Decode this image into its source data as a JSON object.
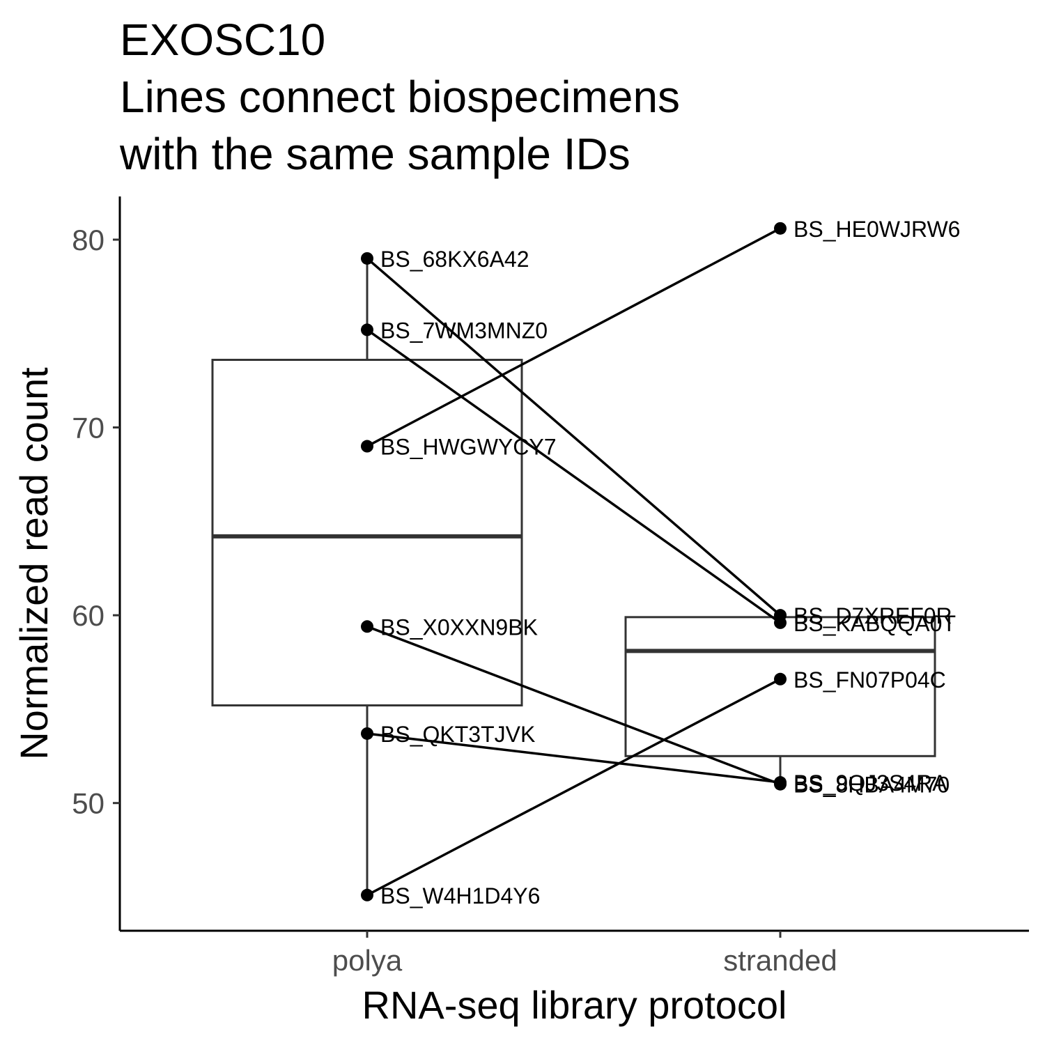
{
  "title_lines": [
    "EXOSC10",
    "Lines connect biospecimens",
    "with the same sample IDs"
  ],
  "chart_data": {
    "type": "boxplot",
    "xlabel": "RNA-seq library protocol",
    "ylabel": "Normalized read count",
    "categories": [
      "polya",
      "stranded"
    ],
    "ylim": [
      43.2,
      82.3
    ],
    "yticks": [
      50,
      60,
      70,
      80
    ],
    "boxes": [
      {
        "category": "polya",
        "q1": 55.2,
        "median": 64.2,
        "q3": 73.6,
        "whisker_low": 45.1,
        "whisker_high": 79.0
      },
      {
        "category": "stranded",
        "q1": 52.5,
        "median": 58.1,
        "q3": 59.9,
        "whisker_low": 51.0,
        "whisker_high": 59.9
      }
    ],
    "points": [
      {
        "label": "BS_68KX6A42",
        "category": "polya",
        "value": 79.0
      },
      {
        "label": "BS_7WM3MNZ0",
        "category": "polya",
        "value": 75.2
      },
      {
        "label": "BS_HWGWYCY7",
        "category": "polya",
        "value": 69.0
      },
      {
        "label": "BS_X0XXN9BK",
        "category": "polya",
        "value": 59.4
      },
      {
        "label": "BS_QKT3TJVK",
        "category": "polya",
        "value": 53.7
      },
      {
        "label": "BS_W4H1D4Y6",
        "category": "polya",
        "value": 45.1
      },
      {
        "label": "BS_HE0WJRW6",
        "category": "stranded",
        "value": 80.6
      },
      {
        "label": "BS_D7XREF0R",
        "category": "stranded",
        "value": 60.0
      },
      {
        "label": "BS_KABQQA0T",
        "category": "stranded",
        "value": 59.6
      },
      {
        "label": "BS_FN07P04C",
        "category": "stranded",
        "value": 56.6
      },
      {
        "label": "BS_8HBA4M70",
        "category": "stranded",
        "value": 51.0
      },
      {
        "label": "BS_9QJ3S4RA",
        "category": "stranded",
        "value": 51.1
      }
    ],
    "connections": [
      [
        "BS_68KX6A42",
        "BS_D7XREF0R"
      ],
      [
        "BS_7WM3MNZ0",
        "BS_KABQQA0T"
      ],
      [
        "BS_HWGWYCY7",
        "BS_HE0WJRW6"
      ],
      [
        "BS_X0XXN9BK",
        "BS_8HBA4M70"
      ],
      [
        "BS_QKT3TJVK",
        "BS_9QJ3S4RA"
      ],
      [
        "BS_W4H1D4Y6",
        "BS_FN07P04C"
      ]
    ],
    "grid": false,
    "legend": "none",
    "colors": {
      "box": "#333333",
      "points": "#000000",
      "lines": "#000000",
      "axis": "#000000",
      "tick_labels": "#4d4d4d"
    }
  }
}
